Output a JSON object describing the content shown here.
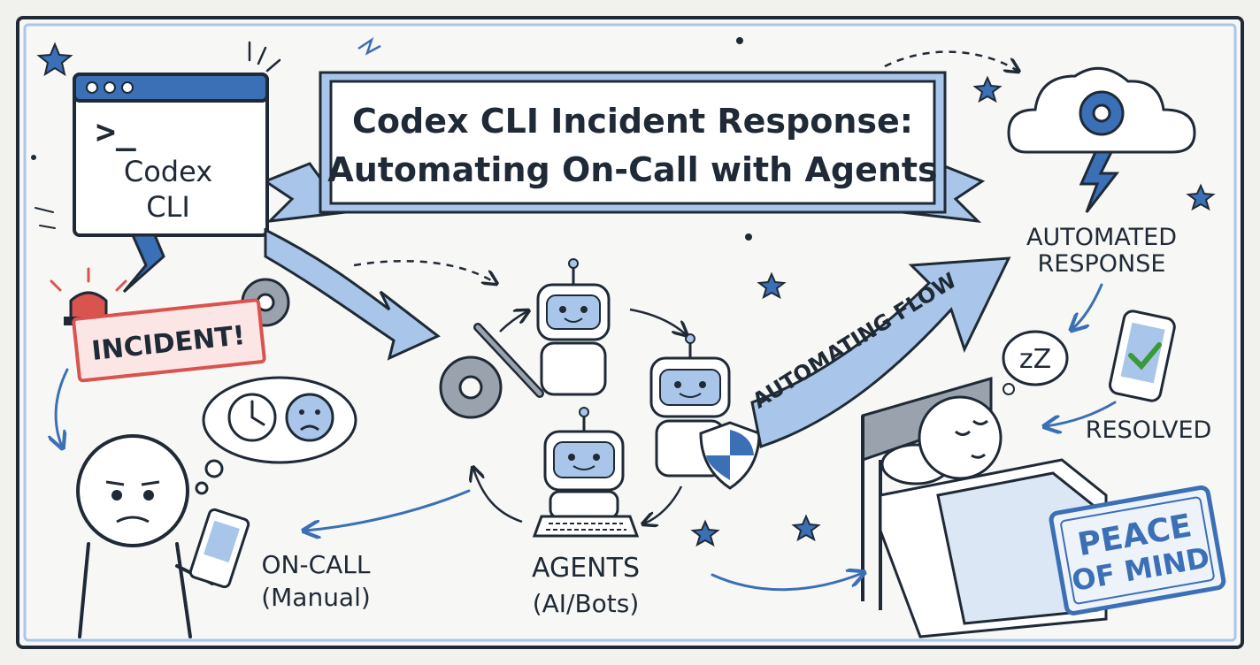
{
  "banner": {
    "title_line1": "Codex CLI Incident Response:",
    "title_line2": "Automating On-Call with Agents"
  },
  "terminal": {
    "prompt": ">_",
    "label_line1": "Codex",
    "label_line2": "CLI"
  },
  "incident": {
    "label": "INCIDENT!"
  },
  "oncall": {
    "label_line1": "ON-CALL",
    "label_line2": "(Manual)"
  },
  "agents": {
    "label_line1": "AGENTS",
    "label_line2": "(AI/Bots)"
  },
  "flow": {
    "label": "AUTOMATING FLOW"
  },
  "cloud": {
    "label_line1": "AUTOMATED",
    "label_line2": "RESPONSE"
  },
  "phone": {
    "label": "RESOLVED"
  },
  "sleep": {
    "bubble": "zZ"
  },
  "stamp": {
    "line1": "PEACE",
    "line2": "OF MIND"
  },
  "colors": {
    "ink": "#1f2a36",
    "accent_blue": "#3b6fb6",
    "light_blue": "#a9c6ea",
    "alert_red": "#d9534f",
    "check_green": "#3a9a3a"
  },
  "icons": [
    "star-icon",
    "gear-icon",
    "alarm-light-icon",
    "clock-icon",
    "sad-face-icon",
    "wrench-icon",
    "shield-icon",
    "keyboard-icon",
    "cloud-icon",
    "lightning-icon",
    "checkmark-icon",
    "bed-icon"
  ]
}
